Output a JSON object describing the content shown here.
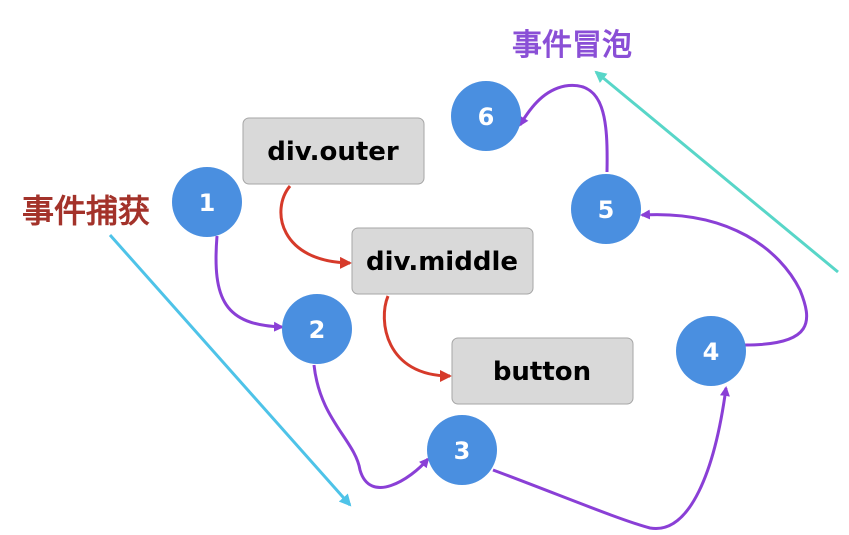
{
  "labels": {
    "capture": "事件捕获",
    "bubble": "事件冒泡"
  },
  "boxes": {
    "outer": "div.outer",
    "middle": "div.middle",
    "button": "button"
  },
  "steps": [
    "1",
    "2",
    "3",
    "4",
    "5",
    "6"
  ],
  "colors": {
    "capture_text": "#a3322a",
    "bubble_text": "#8a4fd6",
    "box_fill": "#d9d9d9",
    "box_stroke": "#a6a6a6",
    "node_fill": "#4a8fe0",
    "flow_arrow": "#8a3fd6",
    "nest_arrow": "#d63a2a",
    "capture_arrow": "#4ec3e8",
    "bubble_arrow": "#58d6c8"
  }
}
